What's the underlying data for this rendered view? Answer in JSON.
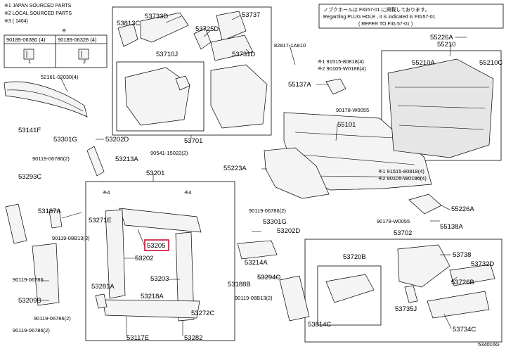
{
  "legend": {
    "line1": "※1 JAPAN SOURCED PARTS",
    "line2": "※2 LOCAL SOURCED PARTS",
    "line3": "※3 (        1404)",
    "star": "※",
    "part_a": "90189-06380 (4)",
    "part_b": "90189-06328 (4)",
    "sub_a": "1",
    "sub_b": "2"
  },
  "note": {
    "line1": "ノブクホールは FIG57-01 に掲載しております。",
    "line2": "Regarding PLUG HOLE , it is indicated in FIG57-01.",
    "line3": "( REFER TO FIG 57-01 )"
  },
  "labels": {
    "p53813C": "53813C",
    "p53733D": "53733D",
    "p53737": "53737",
    "p53725D": "53725D",
    "p53710J": "53710J",
    "p53731D": "53731D",
    "p53701": "53701",
    "p82817": "82817-1A810",
    "p55226A_top": "55226A",
    "p55210": "55210",
    "p55210A": "55210A",
    "p55210C": "55210C",
    "p91515_a": "※1 91515-80818(4)",
    "p90105_a": "※2 90105-W0186(4)",
    "p55137A": "55137A",
    "p90178_a": "90178-W0055",
    "p52161": "52161-02030(4)",
    "p53141F": "53141F",
    "p55101": "55101",
    "p53301G": "53301G",
    "p53202D_a": "53202D",
    "p90541": "90541-15022(2)",
    "p90119_a": "90119-06786(2)",
    "p53213A": "53213A",
    "p55223A": "55223A",
    "p91515_b": "※1 91515-80818(4)",
    "p90105_b": "※2 90105-W0186(4)",
    "p53293C": "53293C",
    "p53201": "53201",
    "p53187A": "53187A",
    "p4_a": "※4",
    "p4_b": "※4",
    "p53271E": "53271E",
    "p90119_b": "90119-06786(2)",
    "p53301G_b": "53301G",
    "p53202D_b": "53202D",
    "p55226A_b": "55226A",
    "p90178_b": "90178-W0055",
    "p55138A": "55138A",
    "p90119_08813_a": "90119-08B13(2)",
    "p53205": "53205",
    "p53202": "53202",
    "p53214A": "53214A",
    "p53702": "53702",
    "p53720B": "53720B",
    "p53738": "53738",
    "p53732D": "53732D",
    "p90119_06786_c": "90119-06786",
    "p53203": "53203",
    "p53294C": "53294C",
    "p53188B": "53188B",
    "p53281A": "53281A",
    "p53218A": "53218A",
    "p53726B": "53726B",
    "p53209B": "53209B",
    "p90119_08813_b": "90119-08B13(2)",
    "p53272C": "53272C",
    "p53735J": "53735J",
    "p90119_06786_d": "90119-06786(2)",
    "p53814C": "53814C",
    "p53734C": "53734C",
    "p90119_06786_e": "90119-06786(2)",
    "p53117E": "53117E",
    "p53282": "53282",
    "code": "534016G"
  },
  "highlight_color": "#c8102e"
}
